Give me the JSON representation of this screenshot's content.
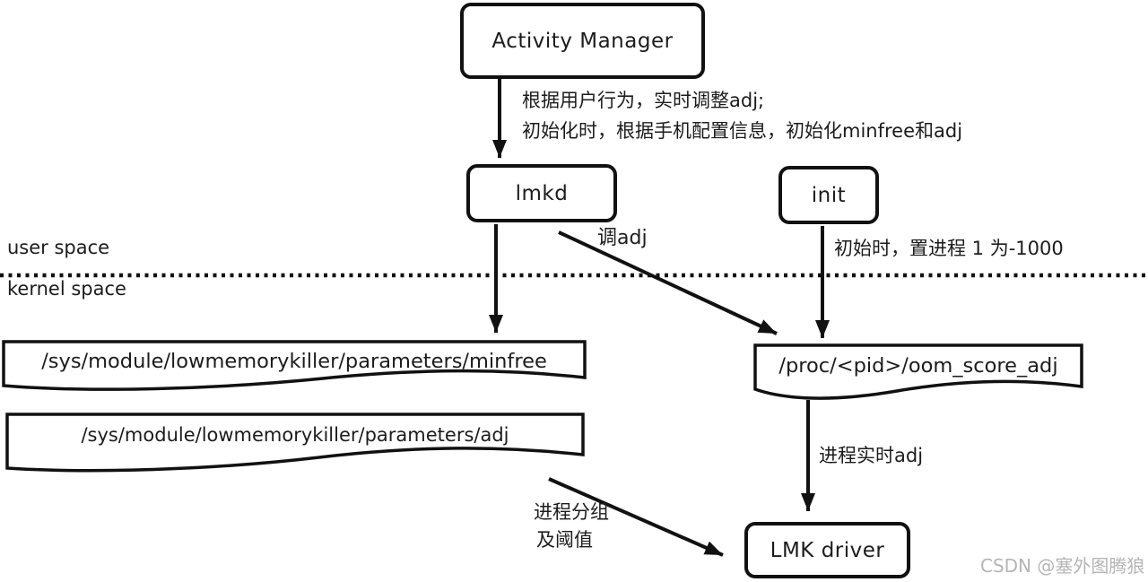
{
  "diagram": {
    "title_hint": "Android low memory killer (lmkd) architecture diagram",
    "nodes": {
      "activity_manager": "Activity Manager",
      "lmkd": "lmkd",
      "init": "init",
      "lmk_driver": "LMK driver",
      "path_minfree": "/sys/module/lowmemorykiller/parameters/minfree",
      "path_adj": "/sys/module/lowmemorykiller/parameters/adj",
      "path_oom": "/proc/<pid>/oom_score_adj"
    },
    "labels": {
      "am_note_line1": "根据用户行为，实时调整adj;",
      "am_note_line2": "初始化时，根据手机配置信息，初始化minfree和adj",
      "tune_adj": "调adj",
      "user_space": "user space",
      "kernel_space": "kernel space",
      "init_note": "初始时，置进程 1 为-1000",
      "realtime_adj": "进程实时adj",
      "group_line1": "进程分组",
      "group_line2": "及阈值"
    },
    "watermark": "CSDN @塞外图腾狼",
    "colors": {
      "line": "#111111",
      "text": "#1c1c1c",
      "watermark": "#b5b5b5",
      "background": "#ffffff"
    }
  }
}
